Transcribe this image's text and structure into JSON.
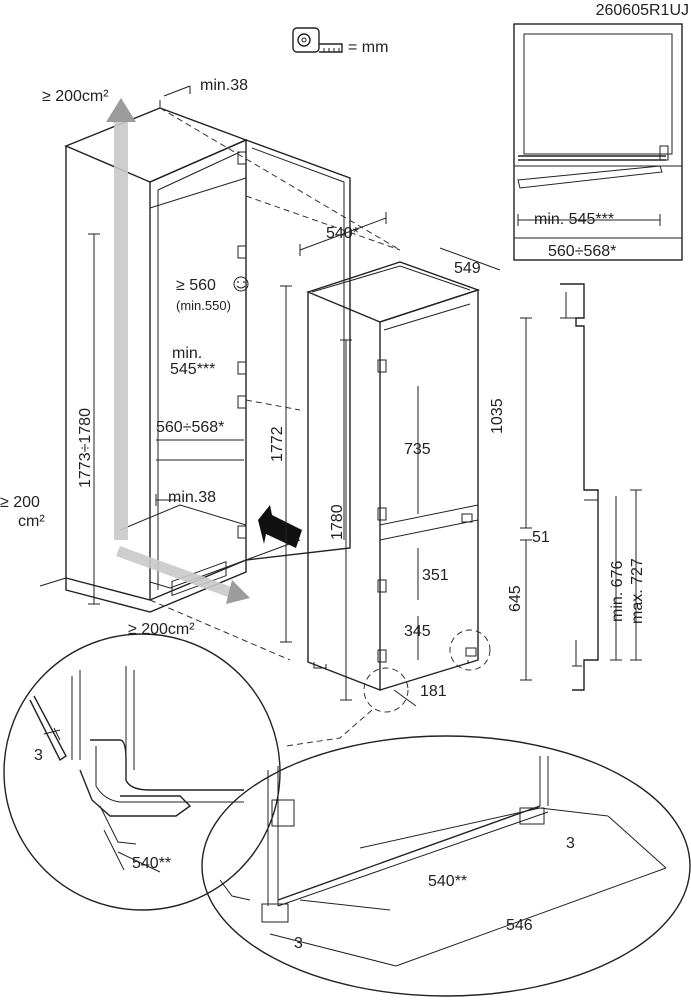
{
  "drawing_id": "260605R1UJ",
  "legend": {
    "icon": "tape-measure-icon",
    "unit_text": "= mm"
  },
  "labels": {
    "vent_top": "≥ 200cm²",
    "vent_bottom": "≥ 200cm²",
    "vent_left_line1": "≥ 200",
    "vent_left_line2": "cm²",
    "min38_top": "min.38",
    "min38_bottom": "min.38",
    "depth_540": "540*",
    "width_549": "549",
    "niche_560_line1": "≥ 560",
    "niche_560_line2": "(min.550)",
    "min545_line1": "min.",
    "min545_line2": "545***",
    "width_560_568": "560÷568*",
    "niche_height": "1773÷1780",
    "height_1772": "1772",
    "height_1780": "1780",
    "dim_1035": "1035",
    "dim_735": "735",
    "dim_51": "51",
    "dim_351": "351",
    "dim_645": "645",
    "dim_345": "345",
    "dim_181": "181",
    "top_right_min545": "min. 545***",
    "top_right_560_568": "560÷568*",
    "side_min676": "min. 676",
    "side_max727": "max. 727",
    "detail_left_3": "3",
    "detail_left_540": "540**",
    "detail_right_3_top": "3",
    "detail_right_540": "540**",
    "detail_right_546": "546",
    "detail_right_3_bottom": "3"
  }
}
